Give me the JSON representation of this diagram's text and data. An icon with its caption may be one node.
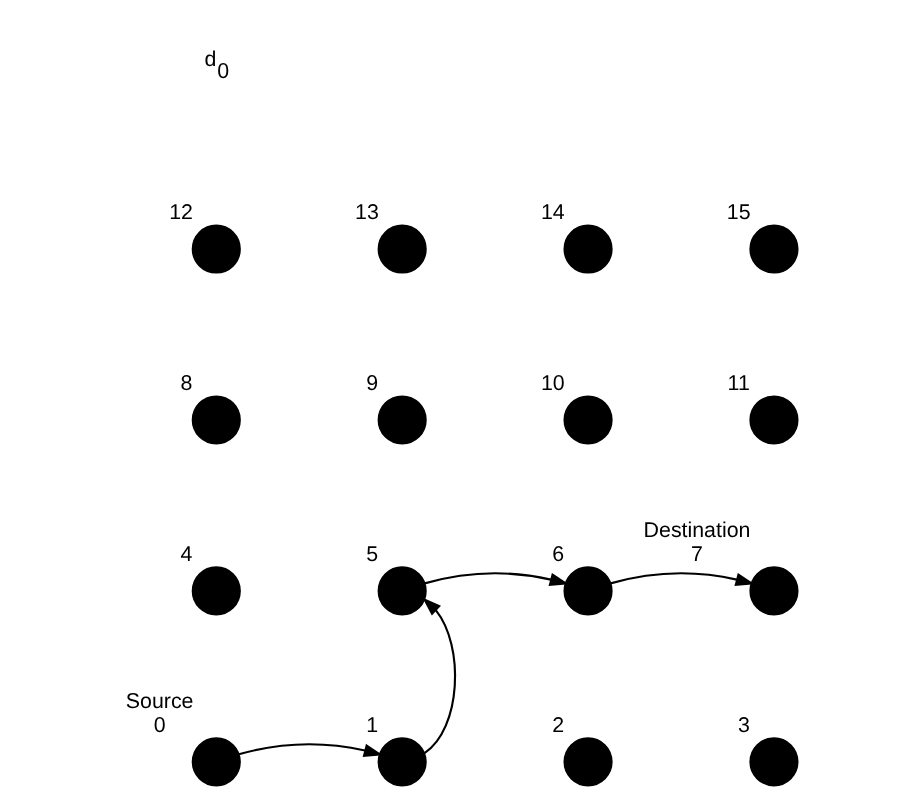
{
  "diagram": {
    "nodes": [
      {
        "text": [],
        "shape": "circle",
        "beside": [
          "12"
        ]
      },
      {
        "text": [],
        "shape": "circle",
        "beside": [
          "13"
        ]
      },
      {
        "text": [],
        "shape": "circle",
        "beside": [
          "14"
        ]
      },
      {
        "text": [],
        "shape": "circle",
        "beside": [
          "15"
        ]
      },
      {
        "text": [],
        "shape": "circle",
        "beside": [
          "8"
        ]
      },
      {
        "text": [],
        "shape": "circle",
        "beside": [
          "9"
        ]
      },
      {
        "text": [],
        "shape": "circle",
        "beside": [
          "10"
        ]
      },
      {
        "text": [],
        "shape": "circle",
        "beside": [
          "11"
        ]
      },
      {
        "text": [],
        "shape": "circle",
        "beside": [
          "4"
        ]
      },
      {
        "text": [],
        "shape": "circle",
        "beside": [
          "5"
        ]
      },
      {
        "text": [],
        "shape": "circle",
        "beside": [
          "6"
        ]
      },
      {
        "text": [],
        "shape": "circle",
        "beside": [
          "Destination",
          "7"
        ]
      },
      {
        "text": [],
        "shape": "circle",
        "beside": [
          "Source",
          "0"
        ]
      },
      {
        "text": [],
        "shape": "circle",
        "beside": [
          "1"
        ]
      },
      {
        "text": [],
        "shape": "circle",
        "beside": [
          "2"
        ]
      },
      {
        "text": [],
        "shape": "circle",
        "beside": [
          "3"
        ]
      }
    ],
    "edges": [
      {
        "from": 12,
        "to": 13,
        "arrow": "to"
      },
      {
        "from": 13,
        "to": 9,
        "arrow": "to"
      },
      {
        "from": 9,
        "to": 10,
        "arrow": "to"
      },
      {
        "from": 10,
        "to": 11,
        "arrow": "to"
      }
    ],
    "labels": [
      "d$_{0}$"
    ]
  }
}
